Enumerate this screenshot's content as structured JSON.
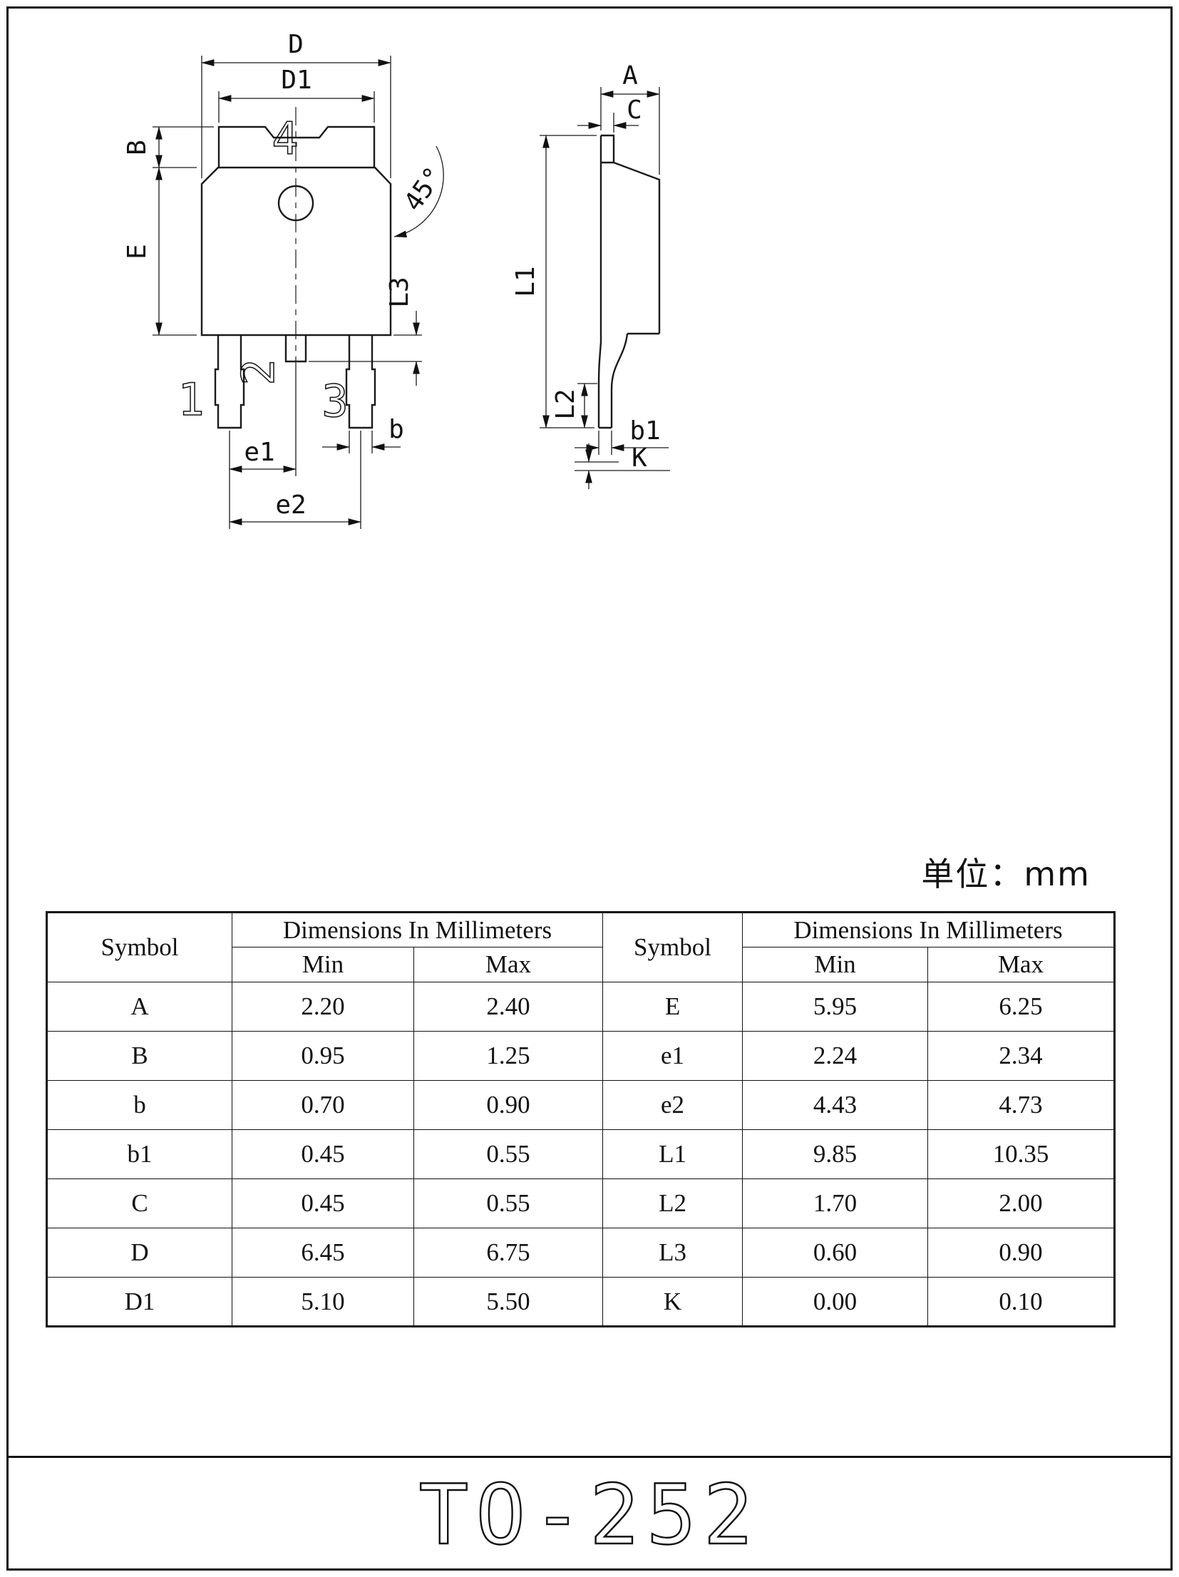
{
  "page": {
    "unit_label": "单位：mm",
    "title": "TO-252"
  },
  "drawing": {
    "front": {
      "labels": {
        "D": "D",
        "D1": "D1",
        "B": "B",
        "E": "E",
        "angle": "45°",
        "L3": "L3",
        "b": "b",
        "e1": "e1",
        "e2": "e2"
      },
      "pins": {
        "p1": "1",
        "p2": "2",
        "p3": "3",
        "p4": "4"
      }
    },
    "side": {
      "labels": {
        "A": "A",
        "C": "C",
        "L1": "L1",
        "L2": "L2",
        "b1": "b1",
        "K": "K"
      }
    }
  },
  "table": {
    "header": {
      "symbol": "Symbol",
      "dims": "Dimensions In Millimeters",
      "min": "Min",
      "max": "Max"
    },
    "rows": [
      [
        "A",
        "2.20",
        "2.40",
        "E",
        "5.95",
        "6.25"
      ],
      [
        "B",
        "0.95",
        "1.25",
        "e1",
        "2.24",
        "2.34"
      ],
      [
        "b",
        "0.70",
        "0.90",
        "e2",
        "4.43",
        "4.73"
      ],
      [
        "b1",
        "0.45",
        "0.55",
        "L1",
        "9.85",
        "10.35"
      ],
      [
        "C",
        "0.45",
        "0.55",
        "L2",
        "1.70",
        "2.00"
      ],
      [
        "D",
        "6.45",
        "6.75",
        "L3",
        "0.60",
        "0.90"
      ],
      [
        "D1",
        "5.10",
        "5.50",
        "K",
        "0.00",
        "0.10"
      ]
    ]
  }
}
